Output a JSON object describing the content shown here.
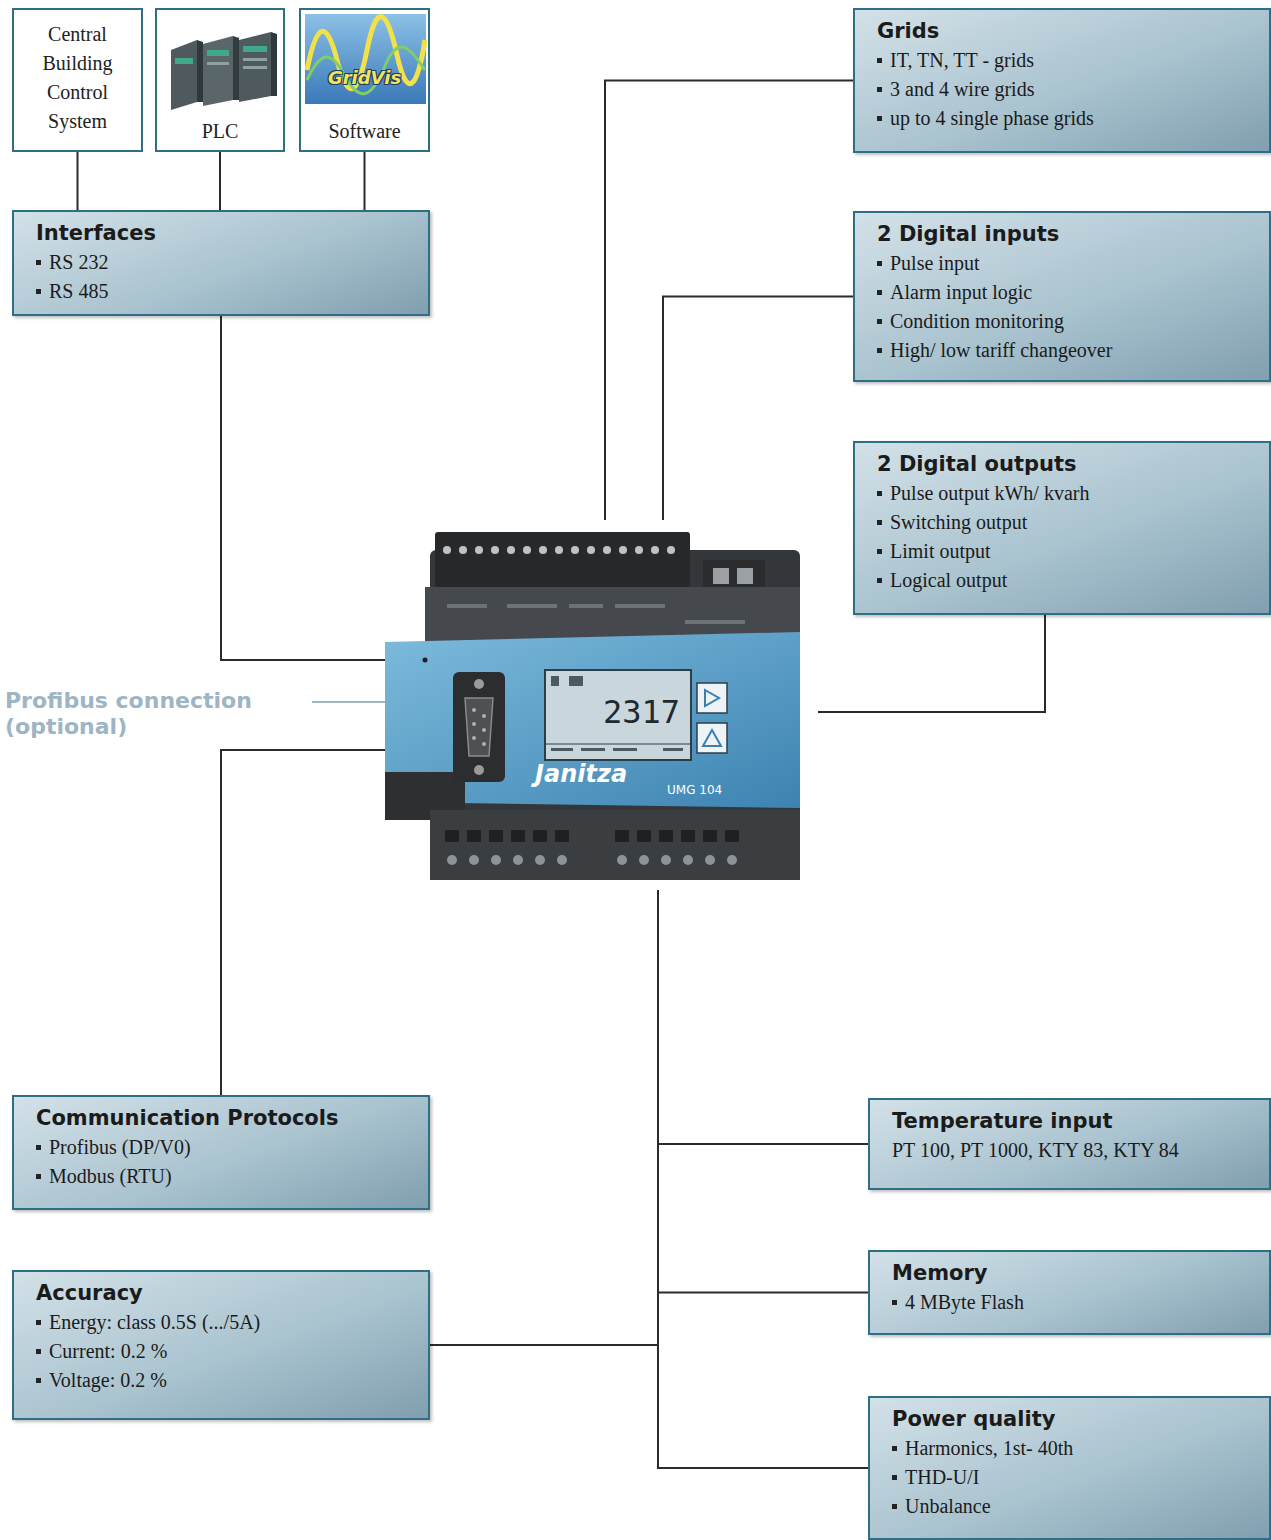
{
  "diagram": {
    "nodes": [
      {
        "text": [
          "Central Building Control System"
        ]
      },
      {
        "text": [
          "PLC"
        ]
      },
      {
        "text": [
          "Software"
        ]
      },
      {
        "text": [
          "Interfaces",
          "RS 232",
          "RS 485"
        ]
      },
      {
        "text": [
          "Grids",
          "IT, TN, TT - grids",
          "3 and 4 wire grids",
          "up to 4 single phase grids"
        ]
      },
      {
        "text": [
          "2 Digital inputs",
          "Pulse input",
          "Alarm input logic",
          "Condition monitoring",
          "High/ low tariff changeover"
        ]
      },
      {
        "text": [
          "2 Digital outputs",
          "Pulse output kWh/ kvarh",
          "Switching output",
          "Limit output",
          "Logical output"
        ]
      },
      {
        "text": [
          "Janitza",
          "UMG 104"
        ]
      },
      {
        "text": [
          "Communication Protocols",
          "Profibus (DP/V0)",
          "Modbus (RTU)"
        ]
      },
      {
        "text": [
          "Accuracy",
          "Energy: class 0.5S (.../5A)",
          "Current: 0.2 %",
          "Voltage: 0.2 %"
        ]
      },
      {
        "text": [
          "Temperature input",
          "PT 100, PT 1000, KTY 83, KTY 84"
        ]
      },
      {
        "text": [
          "Memory",
          "4 MByte Flash"
        ]
      },
      {
        "text": [
          "Power quality",
          "Harmonics, 1st- 40th",
          "THD-U/I",
          "Unbalance"
        ]
      }
    ],
    "edges": [
      {
        "from": 0,
        "to": 3,
        "arrow": "none"
      },
      {
        "from": 1,
        "to": 3,
        "arrow": "none"
      },
      {
        "from": 2,
        "to": 3,
        "arrow": "none"
      },
      {
        "from": 3,
        "to": 7,
        "arrow": "none"
      },
      {
        "from": 4,
        "to": 7,
        "arrow": "none"
      },
      {
        "from": 5,
        "to": 7,
        "arrow": "none"
      },
      {
        "from": 6,
        "to": 7,
        "arrow": "none"
      },
      {
        "from": 7,
        "to": 8,
        "arrow": "none"
      },
      {
        "from": 7,
        "to": 9,
        "arrow": "none"
      },
      {
        "from": 7,
        "to": 10,
        "arrow": "none"
      },
      {
        "from": 7,
        "to": 11,
        "arrow": "none"
      },
      {
        "from": 7,
        "to": 12,
        "arrow": "none"
      }
    ],
    "labels": [
      "GridVis",
      "Profibus connection (optional)",
      "2317"
    ]
  }
}
